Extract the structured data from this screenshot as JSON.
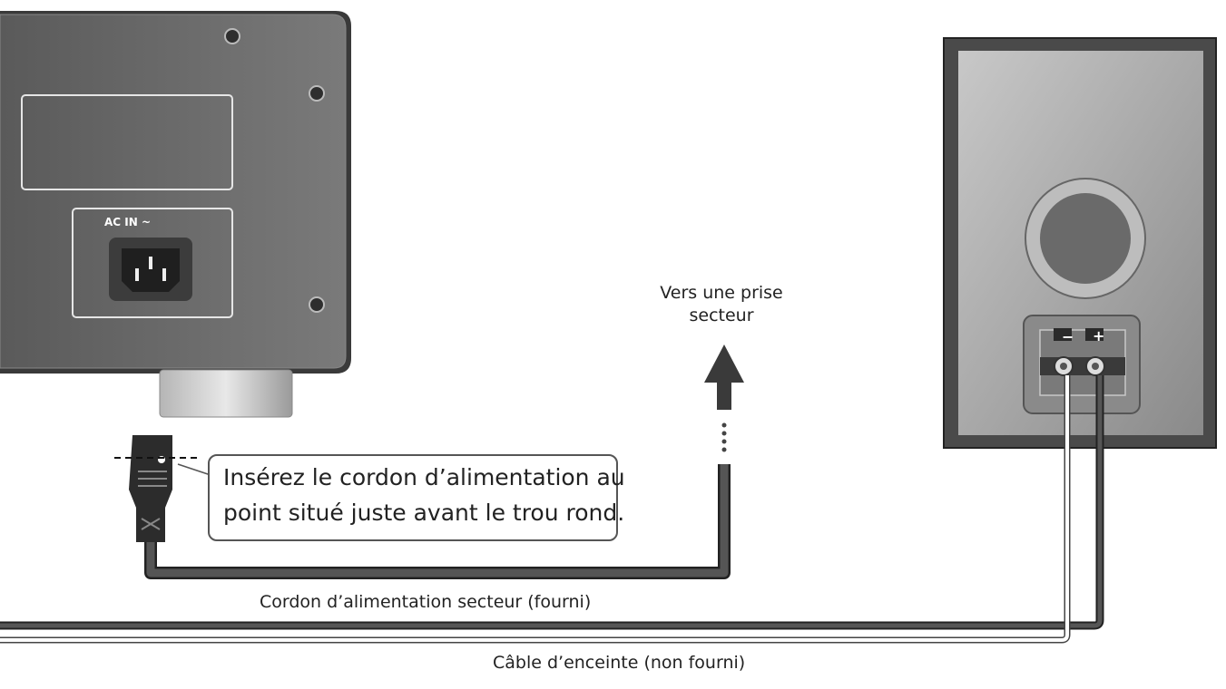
{
  "labels": {
    "ac_in": "AC IN ~",
    "outlet_line1": "Vers une prise",
    "outlet_line2": "secteur",
    "note_line1": "Insérez le cordon d’alimentation au",
    "note_line2": "point situé juste avant le trou rond.",
    "power_cord": "Cordon d’alimentation secteur (fourni)",
    "speaker_cable": "Câble d’enceinte (non fourni)",
    "terminal_minus": "−",
    "terminal_plus": "+"
  },
  "colors": {
    "unit_body": "#6b6b6b",
    "cable_dark": "#444444",
    "speaker_cabinet": "#555555",
    "speaker_panel": "#9a9a9a"
  }
}
